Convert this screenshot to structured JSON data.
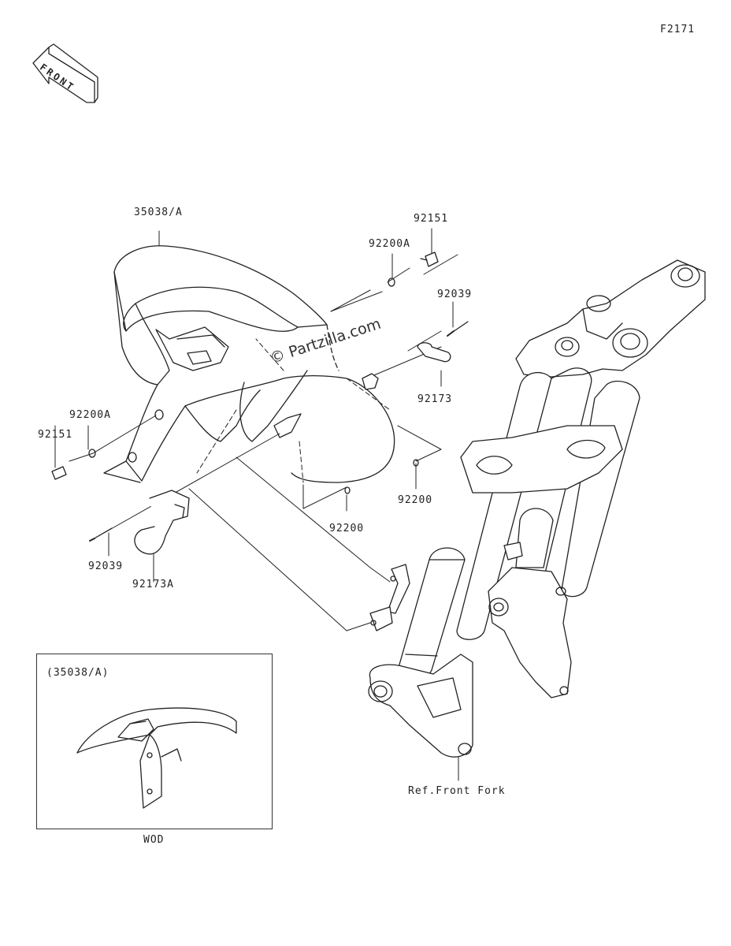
{
  "diagram_code": "F2171",
  "front_badge": "FRONT",
  "watermark": "© Partzilla.com",
  "callouts": {
    "fender": "35038/A",
    "bolt_right": "92151",
    "washer_right": "92200A",
    "pin_right": "92039",
    "clip_right": "92173",
    "washer_left": "92200A",
    "bolt_left": "92151",
    "nut_right": "92200",
    "nut_center": "92200",
    "pin_left": "92039",
    "clip_left": "92173A",
    "fork_ref": "Ref.Front Fork"
  },
  "inset": {
    "title": "(35038/A)",
    "caption": "WOD"
  },
  "colors": {
    "line": "#222222",
    "background": "#ffffff"
  }
}
